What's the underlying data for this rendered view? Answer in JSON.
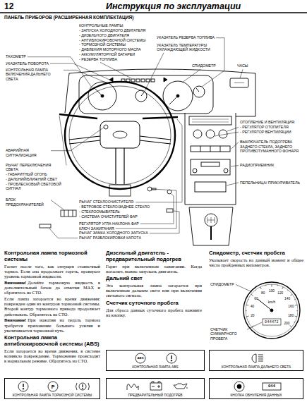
{
  "diagram": {
    "title": "Инструкция по эксплуатации",
    "nodes": [
      {
        "text": [
          "P",
          "КОНТРОЛЬНАЯ ЛАМПА ТОРМОЗНОЙ СИСТЕМЫ"
        ]
      },
      {
        "text": [
          "ABS",
          "КОНТРОЛЬНАЯ ЛАМПА ABS"
        ]
      },
      {
        "text": [
          "ПРЕДВАРИТЕЛЬНЫЙ ПОДОГРЕВ"
        ]
      },
      {
        "text": [
          "КОНТРОЛЬНАЯ ЛАМПА ДАЛЬНЕГО СВЕТА"
        ]
      },
      {
        "text": [
          "044",
          "КНОПКА ОБНУЛЕНИЯ ДАННЫХ"
        ]
      }
    ],
    "labels": [
      "12",
      "ПАНЕЛЬ ПРИБОРОВ (РАСШИРЕННАЯ КОМПЛЕКТАЦИЯ)",
      "ТАХОМЕТР",
      "УКАЗАТЕЛЬ ПОВОРОТА",
      "КОНТРОЛЬНАЯ ЛАМПА ВКЛЮЧЕНИЯ ДАЛЬНЕГО СВЕТА",
      "КОНТРОЛЬНЫЕ ЛАМПЫ:",
      "- ЗАПУСКА ХОЛОДНОГО ДВИГАТЕЛЯ",
      "- ДИЗЕЛЬНОГО ДВИГАТЕЛЯ",
      "- АНТИБЛОКИРОВОЧНОЙ СИСТЕМЫ",
      "- ТОРМОЗНОЙ СИСТЕМЫ",
      "- ДАВЛЕНИЯ МОТОРНОГО МАСЛА",
      "- АККУМУЛЯТОРНОЙ БАТАРЕИ",
      "- РЕЗЕРВА ТОПЛИВА",
      "УКАЗАТЕЛЬ РЕЗЕРВА ТОПЛИВА",
      "УКАЗАТЕЛЬ ТЕМПЕРАТУРЫ ОХЛАЖДАЮЩЕЙ ЖИДКОСТИ",
      "СПИДОМЕТР",
      "ЧАСЫ",
      "ОТОПЛЕНИЕ И ВЕНТИЛЯЦИЯ:",
      "- РЕГУЛЯТОР ОТОПИТЕЛЯ",
      "- РЕГУЛЯТОР ВЕНТИЛЯЦИИ",
      "ВЫКЛЮЧАТЕЛЬ ПОДОГРЕВА ЗАДНЕГО СТЕКЛА, ЗАДНЕГО ПРОТИВОТУМАННОГО ФОНАРЯ",
      "РАДИОПРИЕМНИК",
      "ПЕПЕЛЬНИЦА/ ПРИКУРИВАТЕЛЬ",
      "АВАРИЙНАЯ СИГНАЛИЗАЦИЯ",
      "РЫЧАГ ПЕРЕКЛЮЧЕНИЯ СВЕТА:",
      "- ГАБАРИТНЫЙ ОГОНЬ",
      "- ДАЛЬНИЙ/БЛИЖНИЙ СВЕТ",
      "- ПРОБЛЕСКОВЫЙ СВЕТОВОЙ СИГНАЛ",
      "БЛОК ПРЕДОХРАНИТЕЛЕЙ",
      "РЫЧАГ СТЕКЛООЧИСТИТЕЛЯ:",
      "- ВЕТРОВОЕ СТЕКЛО/ЗАДНЕЕ СТЕКЛО",
      "- СТЕКЛООМЫВАТЕЛЬ",
      "- СИСТЕМА ОЧИСТИТЕЛЕЙ ФАР",
      "РЕГУЛЯТОР УГЛА НАКЛОНА ФАР",
      "КЛЮЧ ЗАЖИГАНИЯ",
      "РЫЧАГ ЗАМКА ХОЛОДНОГО ЗАПУСКА",
      "РЫЧАГ РАЗБЛОКИРОВКИ КАПОТА",
      "Контрольная лампа тормозной системы",
      "Гаснет после того, как отпущен стояночный тормоз. Если она продолжает гореть, проверьте уровень тормозной жидкости.",
      "Внимание!",
      "Долейте тормозную жидкость в дополнительный бачок до отметки MAX и обратитесь на СТО.",
      "Если лампа загорается во время движения: поврежден один из контуров тормозной системы. Второй контур тормозного привода продолжает действовать. Обратитесь на СТО.",
      "Внимание!",
      "При нажатии на педаль тормоза требуется приложение большего усилия и увеличивается тормозной путь.",
      "Контрольная лампа антиблокировочной системы (ABS)",
      "Если загорается во время движения, в системе возникло повреждение. Торможение происходит в нормальном режиме. Обратитесь на СТО.",
      "Дизельный двигатель - предварительный подогрев",
      "Горит при включенном зажигании. Когда погаснет, можно запускать двигатель.",
      "Дальний свет",
      "Эта контрольная лампа загорается при включенном дальнем свете или при включении светового сигнала.",
      "Счетчик суточного пробега",
      "Для сброса данных суточного пробега нажмите на кнопку.",
      "Спидометр, счетчик пробега",
      "Указывает скорость на данный момент и общее число пройденных километров.",
      "СПИДОМЕТР",
      "СЧЕТЧИК СУММАРНОГО ПРОБЕГА",
      "km/h",
      "20",
      "40",
      "60",
      "80",
      "100",
      "120",
      "140",
      "160",
      "180",
      "200",
      "044472"
    ]
  }
}
